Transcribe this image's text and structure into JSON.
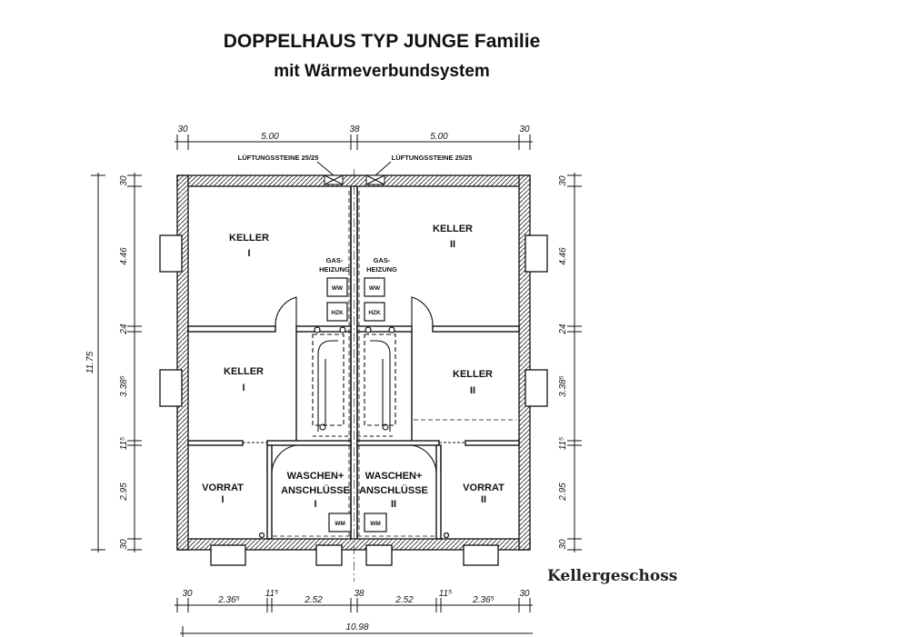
{
  "title": {
    "line1": "DOPPELHAUS  TYP JUNGE Familie",
    "line2": "mit Wärmeverbundsystem"
  },
  "caption": "Kellergeschoss",
  "rooms": [
    {
      "line1": "KELLER",
      "line2": "I"
    },
    {
      "line1": "KELLER",
      "line2": "II"
    },
    {
      "line1": "KELLER",
      "line2": "I"
    },
    {
      "line1": "KELLER",
      "line2": "II"
    },
    {
      "line1": "VORRAT",
      "line2": "I"
    },
    {
      "line1": "WASCHEN+",
      "line2": "ANSCHLÜSSE",
      "line3": "I"
    },
    {
      "line1": "WASCHEN+",
      "line2": "ANSCHLÜSSE",
      "line3": "II"
    },
    {
      "line1": "VORRAT",
      "line2": "II"
    }
  ],
  "fixtures": {
    "gas_heating": {
      "line1": "GAS-",
      "line2": "HEIZUNG"
    },
    "ww": "WW",
    "hzk": "HZK",
    "wm": "WM",
    "vent": "LÜFTUNGSSTEINE 25/25"
  },
  "dimensions": {
    "top": [
      "30",
      "5.00",
      "38",
      "5.00",
      "30"
    ],
    "bottom": [
      "30",
      "2.36⁵",
      "11⁵",
      "2.52",
      "38",
      "2.52",
      "11⁵",
      "2.36⁵",
      "30"
    ],
    "bottom_total": "10.98",
    "left_total": "11.75",
    "left": [
      "30",
      "4.46",
      "24",
      "3.38⁵",
      "11⁵",
      "2.95",
      "30"
    ],
    "right": [
      "30",
      "4.46",
      "24",
      "3.38⁵",
      "11⁵",
      "2.95",
      "30"
    ]
  }
}
